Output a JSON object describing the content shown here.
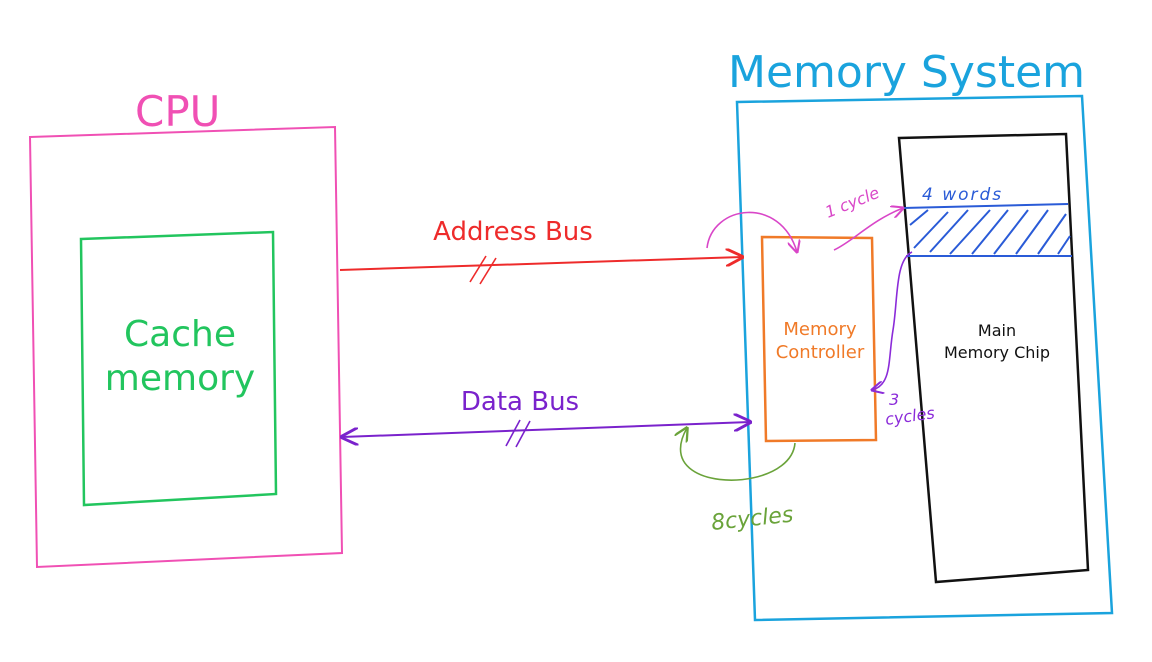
{
  "cpu": {
    "title": "CPU",
    "color": "#f050b4"
  },
  "cache": {
    "line1": "Cache",
    "line2": "memory",
    "color": "#22c55e"
  },
  "memory_system": {
    "title": "Memory System",
    "color": "#1aa3dd"
  },
  "memory_controller": {
    "line1": "Memory",
    "line2": "Controller",
    "color": "#f07a28"
  },
  "main_memory": {
    "line1": "Main",
    "line2": "Memory Chip",
    "color": "#111111"
  },
  "address_bus": {
    "label": "Address Bus",
    "color": "#ee2b2b"
  },
  "data_bus": {
    "label": "Data Bus",
    "color": "#7a22cc"
  },
  "annotations": {
    "one_cycle": "1 cycle",
    "four_words": "4 words",
    "three_cycles_num": "3",
    "three_cycles_word": "cycles",
    "eight_cycles": "8cycles",
    "words_color": "#2a5bd7",
    "one_cycle_color": "#d946c8",
    "three_cycles_color": "#8b2bd9",
    "eight_cycles_color": "#6aa33a"
  }
}
